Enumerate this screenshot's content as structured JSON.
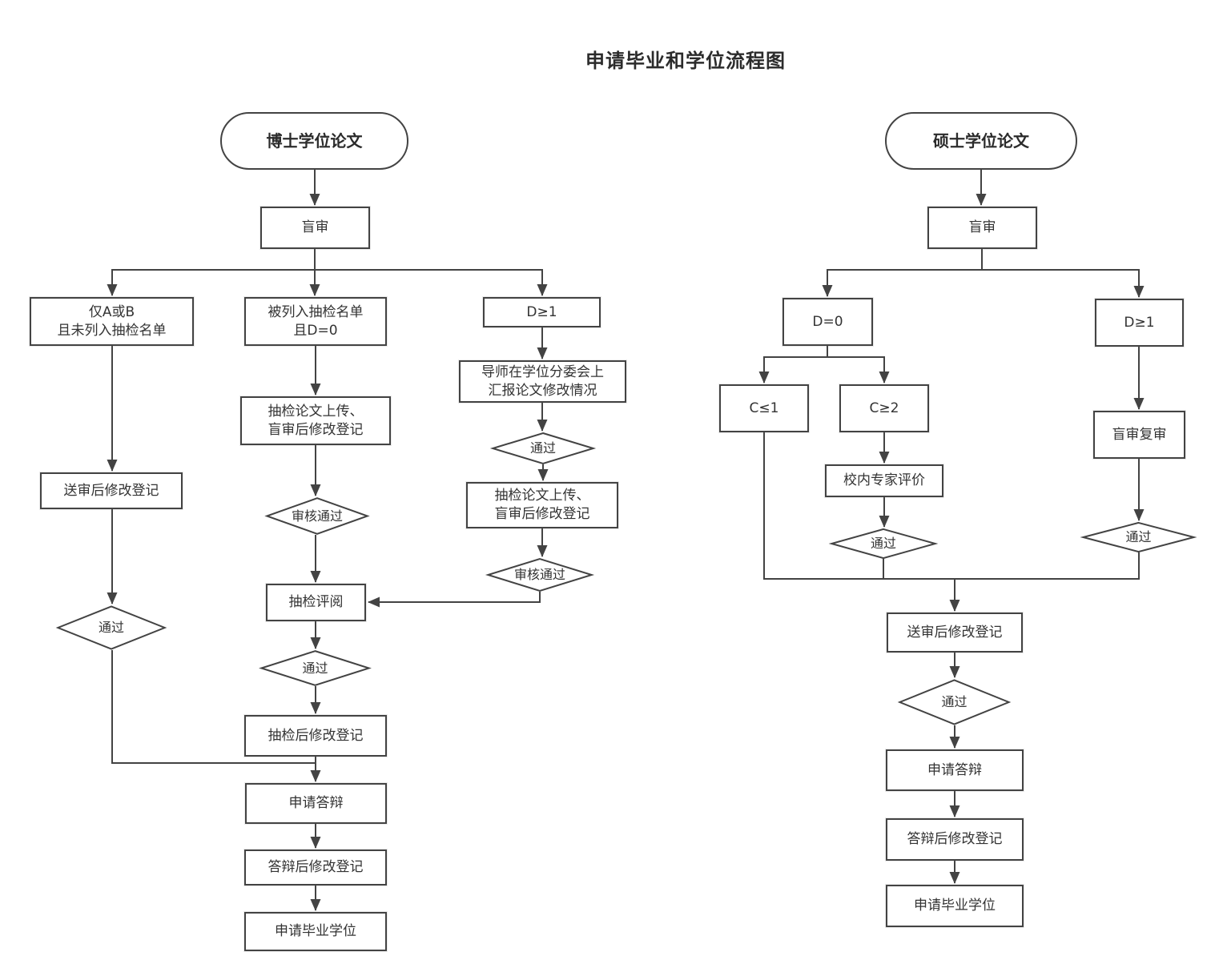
{
  "title": "申请毕业和学位流程图",
  "colors": {
    "stroke": "#434343",
    "text": "#333333",
    "background": "#ffffff"
  },
  "doctoral": {
    "start": "博士学位论文",
    "blind_review": "盲审",
    "branch_a_b": "仅A或B\n且未列入抽检名单",
    "branch_sampled_d0": "被列入抽检名单\n且D=0",
    "branch_d_ge_1": "D≥1",
    "post_review_registration": "送审后修改登记",
    "pass_left": "通过",
    "sampling_upload_mid": "抽检论文上传、\n盲审后修改登记",
    "audit_pass_mid": "审核通过",
    "sampling_review": "抽检评阅",
    "pass_mid": "通过",
    "post_sampling_registration": "抽检后修改登记",
    "apply_defense": "申请答辩",
    "post_defense_registration": "答辩后修改登记",
    "apply_degree": "申请毕业学位",
    "supervisor_report": "导师在学位分委会上\n汇报论文修改情况",
    "pass_right": "通过",
    "sampling_upload_right": "抽检论文上传、\n盲审后修改登记",
    "audit_pass_right": "审核通过"
  },
  "master": {
    "start": "硕士学位论文",
    "blind_review": "盲审",
    "d0": "D=0",
    "d_ge_1": "D≥1",
    "c_le_1": "C≤1",
    "c_ge_2": "C≥2",
    "expert_evaluation": "校内专家评价",
    "pass_expert": "通过",
    "re_review": "盲审复审",
    "pass_re_review": "通过",
    "post_review_registration": "送审后修改登记",
    "pass_final": "通过",
    "apply_defense": "申请答辩",
    "post_defense_registration": "答辩后修改登记",
    "apply_degree": "申请毕业学位"
  }
}
